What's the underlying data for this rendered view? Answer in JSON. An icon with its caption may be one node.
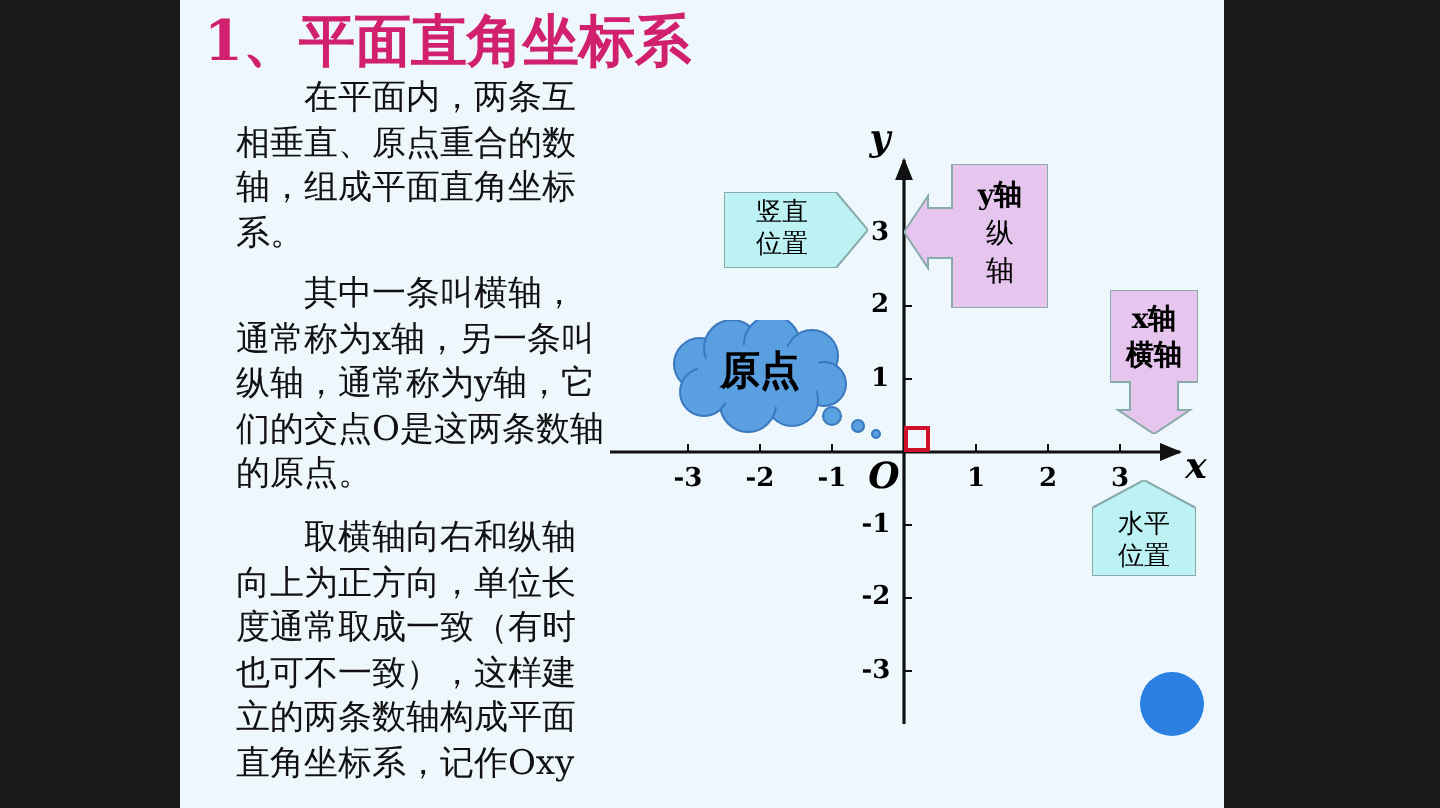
{
  "diagram": {
    "title": "1、平面直角坐标系",
    "nodes": [
      {
        "text": [
          "竖直位置"
        ]
      },
      {
        "text": [
          "y轴",
          "纵轴"
        ]
      },
      {
        "text": [
          "x轴",
          "横轴"
        ]
      },
      {
        "text": [
          "水平位置"
        ]
      },
      {
        "text": [
          "原点"
        ]
      }
    ],
    "labels": [
      "在平面内，两条互相垂直、原点重合的数轴，组成平面直角坐标系。",
      "其中一条叫横轴，通常称为x轴，另一条叫纵轴，通常称为y轴，它们的交点O是这两条数轴的原点。",
      "取横轴向右和纵轴向上为正方向，单位长度通常取成一致（有时也可不一致），这样建立的两条数轴构成平面直角坐标系，记作Oxy",
      "y",
      "3",
      "2",
      "1",
      "-3",
      "-2",
      "-1",
      "O",
      "1",
      "2",
      "3",
      "x",
      "-1",
      "-2",
      "-3"
    ]
  }
}
